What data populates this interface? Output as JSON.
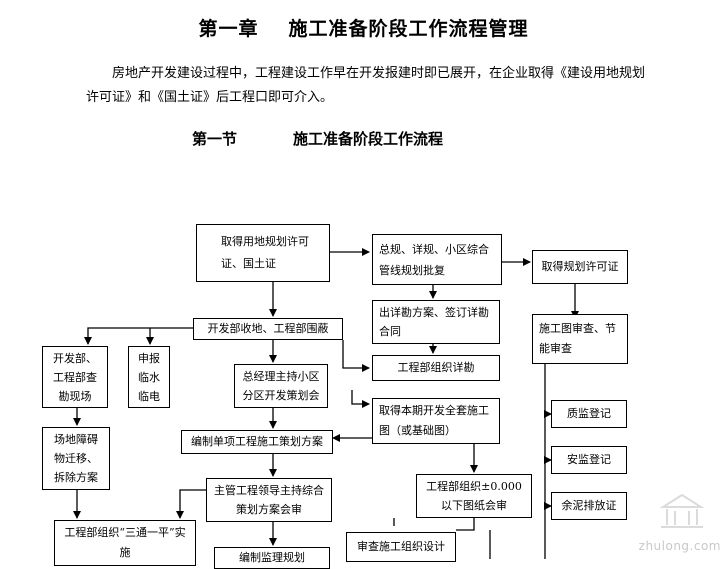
{
  "chapter": {
    "number": "第一章",
    "title": "施工准备阶段工作流程管理"
  },
  "intro": "房地产开发建设过程中，工程建设工作早在开发报建时即已展开，在企业取得《建设用地规划许可证》和《国土证》后工程口即可介入。",
  "section": {
    "number": "第一节",
    "title": "施工准备阶段工作流程"
  },
  "flow": {
    "land_permit": "取得用地规划许可证、国土证",
    "plan_approval": "总规、详规、小区综合管线规划批复",
    "planning_permit": "取得规划许可证",
    "detailed_plan": "出详勘方案、签订详勘合同",
    "site_fence": "开发部收地、工程部围蔽",
    "dev_survey": "开发部、工程部查勘现场",
    "report_utilities": "申报临水临电",
    "gm_meeting": "总经理主持小区分区开发策划会",
    "eng_survey": "工程部组织详勘",
    "construction_drawings": "取得本期开发全套施工图（或基础图）",
    "drawing_review": "施工图审查、节能审查",
    "quality_reg": "质监登记",
    "safety_reg": "安监登记",
    "site_clearance": "场地障碍物迁移、拆除方案",
    "single_plan": "编制单项工程施工策划方案",
    "leader_meeting": "主管工程领导主持综合策划方案会审",
    "below_zero_review": "工程部组织±0.000以下图纸会审",
    "slurry_permit": "余泥排放证",
    "three_one": "工程部组织“三通一平”实施",
    "supervision": "编制监理规划",
    "org_design_review": "审查施工组织设计"
  },
  "watermark": "zhulong.com"
}
